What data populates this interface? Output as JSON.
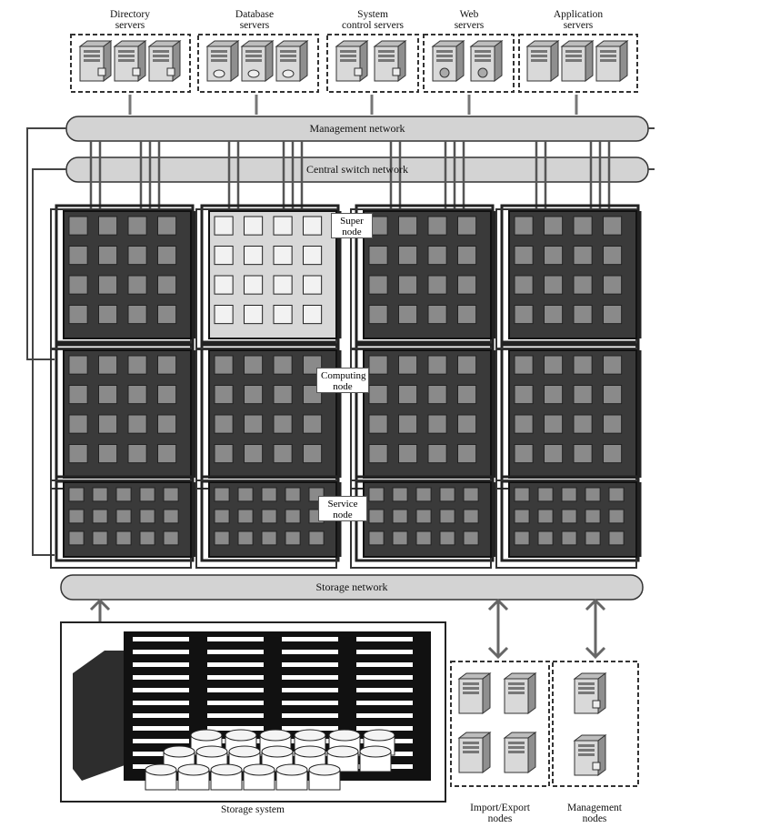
{
  "server_groups": [
    {
      "label": "Directory servers",
      "label_line1": "Directory",
      "label_line2": "servers",
      "icon": "server-tower-icon"
    },
    {
      "label": "Database servers",
      "label_line1": "Database",
      "label_line2": "servers",
      "icon": "database-server-icon"
    },
    {
      "label": "System control servers",
      "label_line1": "System",
      "label_line2": "control servers",
      "icon": "server-tower-icon"
    },
    {
      "label": "Web servers",
      "label_line1": "Web",
      "label_line2": "servers",
      "icon": "web-server-icon"
    },
    {
      "label": "Application servers",
      "label_line1": "Application",
      "label_line2": "servers",
      "icon": "server-tower-icon"
    }
  ],
  "networks": {
    "management": "Management network",
    "central_switch": "Central switch network",
    "storage": "Storage network"
  },
  "node_labels": {
    "super_line1": "Super",
    "super_line2": "node",
    "computing_line1": "Computing",
    "computing_line2": "node",
    "service_line1": "Service",
    "service_line2": "node"
  },
  "bottom": {
    "storage_system": "Storage system",
    "import_export_line1": "Import/Export",
    "import_export_line2": "nodes",
    "management_line1": "Management",
    "management_line2": "nodes"
  },
  "colors": {
    "cabinet": "#3a3a3a",
    "chip": "#8a8a8a",
    "pipe": "#cfcfcf",
    "highlight_rack": "#d8d8d8"
  }
}
